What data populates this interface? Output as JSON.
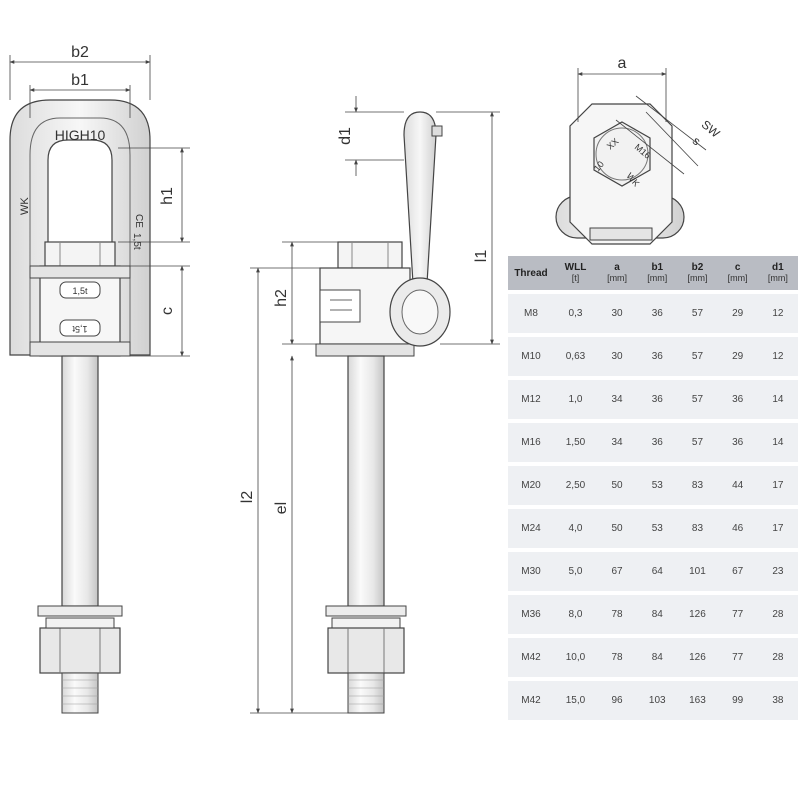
{
  "labels": {
    "b2": "b2",
    "b1": "b1",
    "h1": "h1",
    "c": "c",
    "d1": "d1",
    "h2": "h2",
    "l1": "l1",
    "l2": "l2",
    "el": "el",
    "a": "a",
    "sw": "SW",
    "s": "s"
  },
  "markings": {
    "brand": "HIGH10",
    "wk": "WK",
    "ce": "CE",
    "load1": "1,5t",
    "load2": "1,5t",
    "load3": "1,5t",
    "thread_mark": "M16",
    "xx": "XX",
    "grade": "10",
    "top_wk": "WK"
  },
  "table": {
    "headers": [
      {
        "name": "Thread",
        "unit": ""
      },
      {
        "name": "WLL",
        "unit": "[t]"
      },
      {
        "name": "a",
        "unit": "[mm]"
      },
      {
        "name": "b1",
        "unit": "[mm]"
      },
      {
        "name": "b2",
        "unit": "[mm]"
      },
      {
        "name": "c",
        "unit": "[mm]"
      },
      {
        "name": "d1",
        "unit": "[mm]"
      }
    ],
    "rows": [
      [
        "M8",
        "0,3",
        "30",
        "36",
        "57",
        "29",
        "12"
      ],
      [
        "M10",
        "0,63",
        "30",
        "36",
        "57",
        "29",
        "12"
      ],
      [
        "M12",
        "1,0",
        "34",
        "36",
        "57",
        "36",
        "14"
      ],
      [
        "M16",
        "1,50",
        "34",
        "36",
        "57",
        "36",
        "14"
      ],
      [
        "M20",
        "2,50",
        "50",
        "53",
        "83",
        "44",
        "17"
      ],
      [
        "M24",
        "4,0",
        "50",
        "53",
        "83",
        "46",
        "17"
      ],
      [
        "M30",
        "5,0",
        "67",
        "64",
        "101",
        "67",
        "23"
      ],
      [
        "M36",
        "8,0",
        "78",
        "84",
        "126",
        "77",
        "28"
      ],
      [
        "M42",
        "10,0",
        "78",
        "84",
        "126",
        "77",
        "28"
      ],
      [
        "M42",
        "15,0",
        "96",
        "103",
        "163",
        "99",
        "38"
      ]
    ]
  },
  "colors": {
    "steel_light": "#f2f2f2",
    "steel_mid": "#c9c9c9",
    "outline": "#444444",
    "header_bg": "#b9bcc3",
    "row_bg": "#eef0f3"
  }
}
